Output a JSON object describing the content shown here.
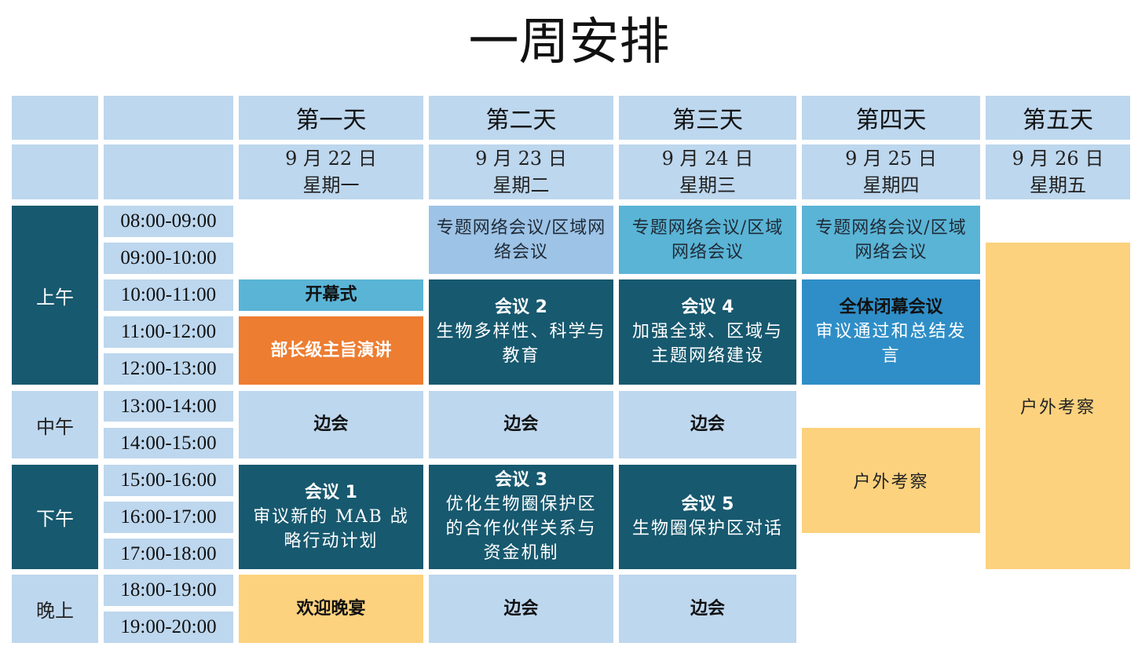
{
  "title": "一周安排",
  "days": [
    {
      "name": "第一天",
      "date": "9 月 22 日",
      "weekday": "星期一"
    },
    {
      "name": "第二天",
      "date": "9 月 23 日",
      "weekday": "星期二"
    },
    {
      "name": "第三天",
      "date": "9 月 24 日",
      "weekday": "星期三"
    },
    {
      "name": "第四天",
      "date": "9 月 25 日",
      "weekday": "星期四"
    },
    {
      "name": "第五天",
      "date": "9 月 26 日",
      "weekday": "星期五"
    }
  ],
  "periods": [
    "上午",
    "中午",
    "下午",
    "晚上"
  ],
  "times": [
    "08:00-09:00",
    "09:00-10:00",
    "10:00-11:00",
    "11:00-12:00",
    "12:00-13:00",
    "13:00-14:00",
    "14:00-15:00",
    "15:00-16:00",
    "16:00-17:00",
    "17:00-18:00",
    "18:00-19:00",
    "19:00-20:00"
  ],
  "events": {
    "thematic_network": "专题网络会议/区域网络会议",
    "opening": "开幕式",
    "keynote": "部长级主旨演讲",
    "side_event": "边会",
    "session1": {
      "title": "会议 1",
      "desc": "审议新的 MAB 战略行动计划"
    },
    "session2": {
      "title": "会议 2",
      "desc": "生物多样性、科学与教育"
    },
    "session3": {
      "title": "会议 3",
      "desc": "优化生物圈保护区的合作伙伴关系与资金机制"
    },
    "session4": {
      "title": "会议 4",
      "desc": "加强全球、区域与主题网络建设"
    },
    "session5": {
      "title": "会议 5",
      "desc": "生物圈保护区对话"
    },
    "closing": {
      "title": "全体闭幕会议",
      "desc": "审议通过和总结发言"
    },
    "welcome_dinner": "欢迎晚宴",
    "field_trip": "户外考察"
  },
  "colors": {
    "header": "#bdd7ee",
    "network": "#9dc3e6",
    "network_alt": "#5ab4d6",
    "session": "#17596f",
    "closing": "#2f8ec7",
    "keynote": "#ed7d31",
    "field_trip": "#fdd27e"
  }
}
